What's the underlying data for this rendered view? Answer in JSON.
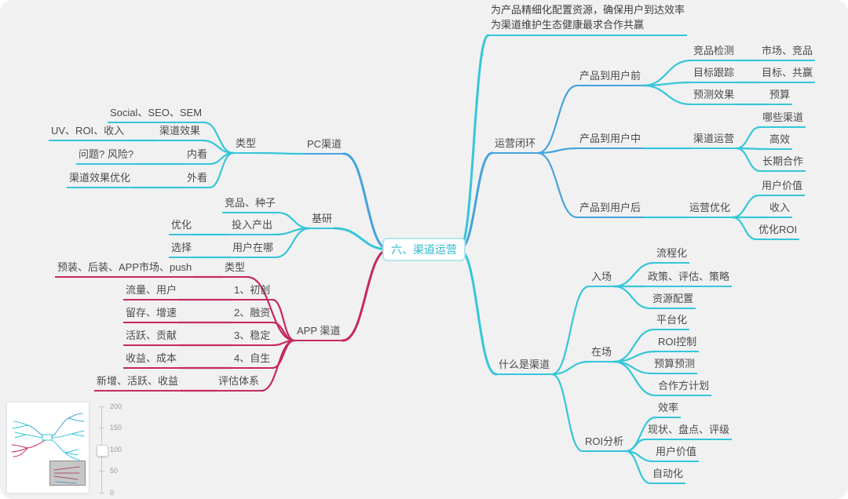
{
  "palette": {
    "cyan": "#35c6d9",
    "blue": "#44a3dc",
    "crimson": "#c5295f",
    "root_border": "#b4e6ef",
    "root_text": "#2fb9cf",
    "background": "#f1f1f2"
  },
  "map": {
    "root": "六、渠道运营",
    "annotation": {
      "line1": "为产品精细化配置资源，确保用户到达效率",
      "line2": "为渠道维护生态健康最求合作共赢"
    },
    "pc": {
      "label": "PC渠道",
      "type": "类型",
      "type_tags": "Social、SEO、SEM",
      "effect": "渠道效果",
      "effect_tags": "UV、ROI、收入",
      "inside": "内看",
      "inside_tags": "问题? 风险?",
      "outside": "外看",
      "outside_tags": "渠道效果优化"
    },
    "base": {
      "label": "基研",
      "seed": "竞品、种子",
      "input_output": "投入产出",
      "optimize": "优化",
      "user_where": "用户在哪",
      "choose": "选择"
    },
    "app": {
      "label": "APP 渠道",
      "type": "类型",
      "type_tags": "预装、后装、APP市场、push",
      "stage1": "1、初创",
      "stage1_tags": "流量、用户",
      "stage2": "2、融资",
      "stage2_tags": "留存、增速",
      "stage3": "3、稳定",
      "stage3_tags": "活跃、贡献",
      "stage4": "4、自生",
      "stage4_tags": "收益、成本",
      "eval": "评估体系",
      "eval_tags": "新增、活跃、收益"
    },
    "loop": {
      "label": "运营闭环",
      "pre": {
        "label": "产品到用户前",
        "comp": "竞品检测",
        "comp_tags": "市场、竞品",
        "track": "目标跟踪",
        "track_tags": "目标、共赢",
        "predict": "预测效果",
        "predict_tags": "预算"
      },
      "mid": {
        "label": "产品到用户中",
        "op": "渠道运营",
        "which": "哪些渠道",
        "efficient": "高效",
        "longterm": "长期合作"
      },
      "post": {
        "label": "产品到用户后",
        "opt": "运营优化",
        "value": "用户价值",
        "income": "收入",
        "roi": "优化ROI"
      }
    },
    "what": {
      "label": "什么是渠道",
      "enter": {
        "label": "入场",
        "flow": "流程化",
        "policy": "政策、评估、策略",
        "resource": "资源配置"
      },
      "present": {
        "label": "在场",
        "platform": "平台化",
        "roi_control": "ROI控制",
        "budget": "预算预测",
        "partner": "合作方计划"
      },
      "roi": {
        "label": "ROI分析",
        "efficiency": "效率",
        "status": "现状、盘点、评级",
        "user_value": "用户价值",
        "auto": "自动化"
      }
    }
  },
  "zoom": {
    "labels": [
      "200",
      "150",
      "100",
      "50",
      "0"
    ]
  }
}
